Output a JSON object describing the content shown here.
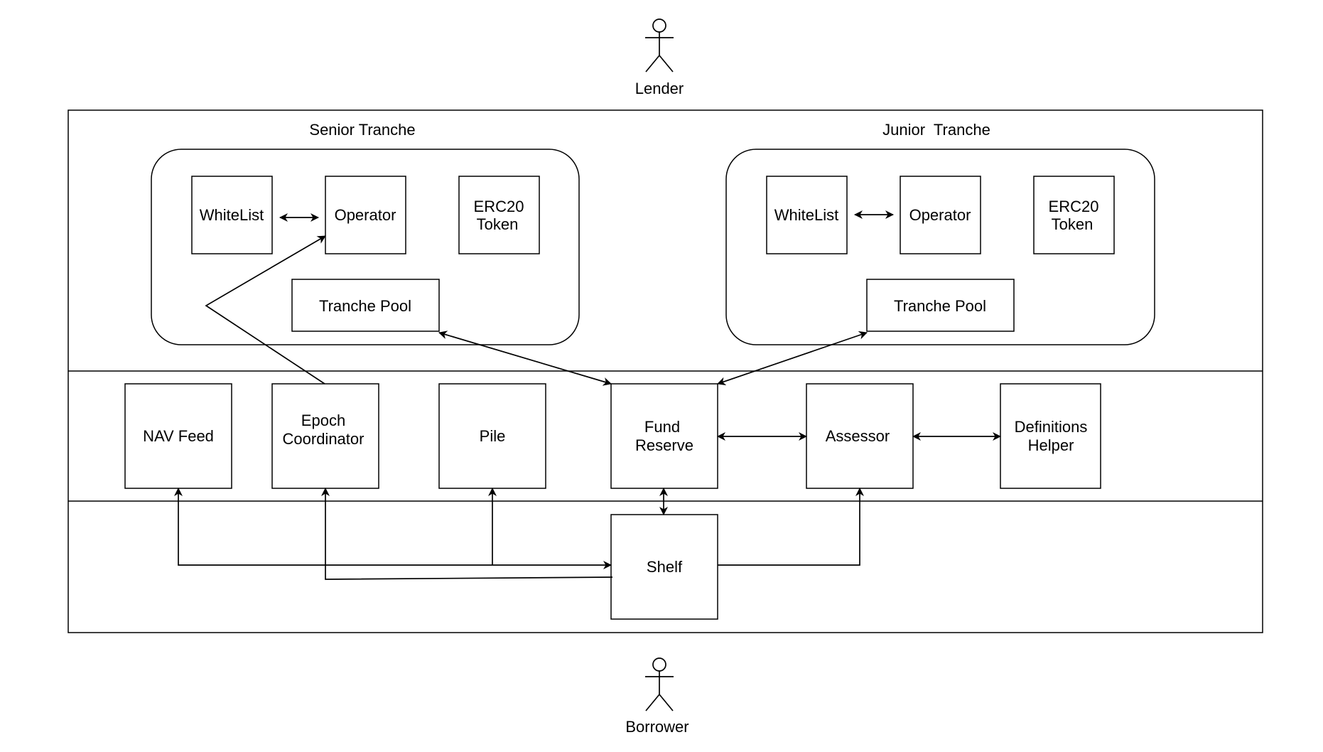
{
  "actors": {
    "lender": "Lender",
    "borrower": "Borrower"
  },
  "senior_tranche": {
    "title": "Senior Tranche",
    "whitelist": "WhiteList",
    "operator": "Operator",
    "erc20_line1": "ERC20",
    "erc20_line2": "Token",
    "tranche_pool": "Tranche Pool"
  },
  "junior_tranche": {
    "title": "Junior  Tranche",
    "whitelist": "WhiteList",
    "operator": "Operator",
    "erc20_line1": "ERC20",
    "erc20_line2": "Token",
    "tranche_pool": "Tranche Pool"
  },
  "core": {
    "nav_feed": "NAV Feed",
    "epoch_line1": "Epoch",
    "epoch_line2": "Coordinator",
    "pile": "Pile",
    "fund_line1": "Fund",
    "fund_line2": "Reserve",
    "assessor": "Assessor",
    "definitions_line1": "Definitions",
    "definitions_line2": "Helper"
  },
  "borrower_layer": {
    "shelf": "Shelf"
  }
}
